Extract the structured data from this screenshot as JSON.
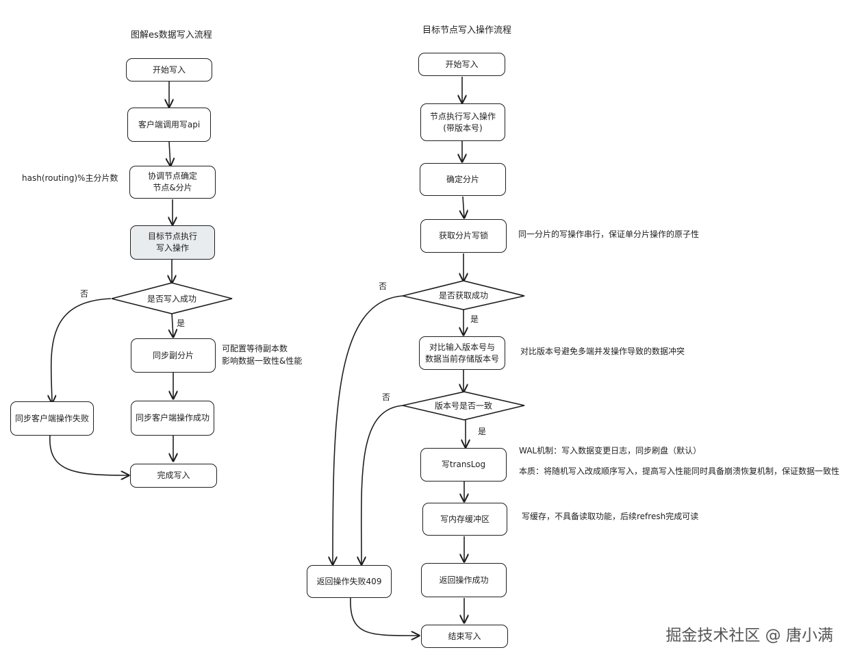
{
  "left": {
    "title": "图解es数据写入流程",
    "nodes": {
      "start": "开始写入",
      "client_call": "客户端调用写api",
      "coordinator": "协调节点确定\n节点&分片",
      "target_exec": "目标节点执行\n写入操作",
      "decision": "是否写入成功",
      "sync_replica": "同步副分片",
      "client_fail": "同步客户端操作失败",
      "client_success": "同步客户端操作成功",
      "done": "完成写入"
    },
    "labels": {
      "yes": "是",
      "no": "否"
    },
    "notes": {
      "hash": "hash(routing)%主分片数",
      "replica": "可配置等待副本数\n影响数据一致性&性能"
    }
  },
  "right": {
    "title": "目标节点写入操作流程",
    "nodes": {
      "start": "开始写入",
      "exec": "节点执行写入操作\n(带版本号)",
      "determine_shard": "确定分片",
      "acquire_lock": "获取分片写锁",
      "decision_lock": "是否获取成功",
      "compare_version": "对比输入版本号与\n数据当前存储版本号",
      "decision_version": "版本号是否一致",
      "translog": "写transLog",
      "buffer": "写内存缓冲区",
      "success": "返回操作成功",
      "fail": "返回操作失败409",
      "end": "结束写入"
    },
    "labels": {
      "yes1": "是",
      "no1": "否",
      "yes2": "是",
      "no2": "否"
    },
    "notes": {
      "lock": "同一分片的写操作串行，保证单分片操作的原子性",
      "version": "对比版本号避免多端并发操作导致的数据冲突",
      "wal": "WAL机制：写入数据变更日志，同步刷盘（默认）",
      "essence": "本质：将随机写入改成顺序写入，提高写入性能同时具备崩溃恢复机制，保证数据一致性",
      "buffer": "写缓存，不具备读取功能，后续refresh完成可读"
    }
  },
  "watermark": "掘金技术社区 @ 唐小满"
}
